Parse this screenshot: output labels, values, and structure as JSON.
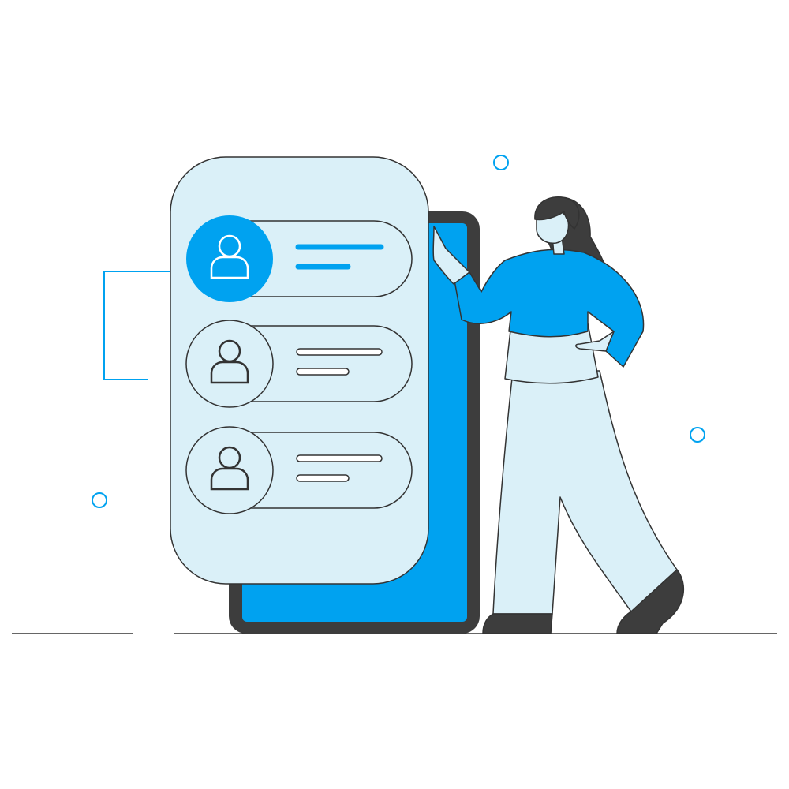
{
  "colors": {
    "accent": "#00a2f0",
    "card_fill": "#daf0f8",
    "outline": "#333333",
    "dark": "#3d3d3d",
    "background": "#ffffff"
  },
  "profile_rows": [
    {
      "icon": "user-icon",
      "selected": true
    },
    {
      "icon": "user-icon",
      "selected": false
    },
    {
      "icon": "user-icon",
      "selected": false
    }
  ],
  "decorations": [
    "circle-dot",
    "circle-dot",
    "circle-dot",
    "bracket-line",
    "ground-line"
  ],
  "figure": "woman-pointing-at-phone"
}
